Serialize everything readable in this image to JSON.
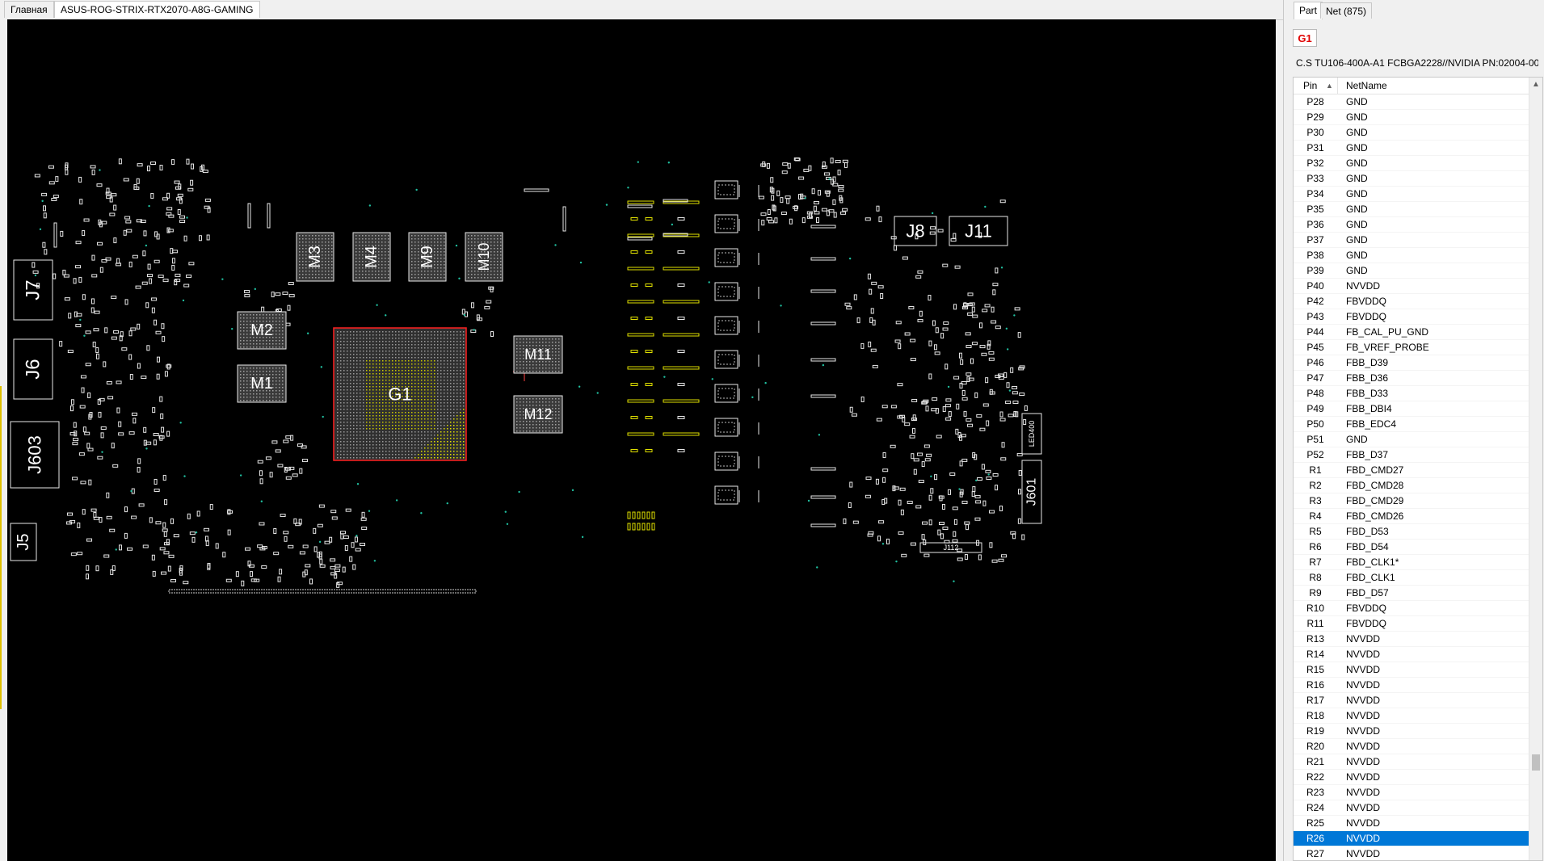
{
  "tabs": [
    {
      "label": "Главная"
    },
    {
      "label": "ASUS-ROG-STRIX-RTX2070-A8G-GAMING"
    }
  ],
  "board": {
    "components": [
      {
        "name": "G1"
      },
      {
        "name": "M1"
      },
      {
        "name": "M2"
      },
      {
        "name": "M3"
      },
      {
        "name": "M4"
      },
      {
        "name": "M9"
      },
      {
        "name": "M10"
      },
      {
        "name": "M11"
      },
      {
        "name": "M12"
      },
      {
        "name": "J7"
      },
      {
        "name": "J6"
      },
      {
        "name": "J603"
      },
      {
        "name": "J5"
      },
      {
        "name": "J8"
      },
      {
        "name": "J11"
      },
      {
        "name": "LED400"
      },
      {
        "name": "J601"
      },
      {
        "name": "J112"
      }
    ]
  },
  "panel": {
    "tabs": [
      {
        "label": "Part"
      },
      {
        "label": "Net (875)"
      }
    ],
    "selected_part": "G1",
    "description": "C.S TU106-400A-A1 FCBGA2228//NVIDIA PN:02004-00",
    "columns": {
      "pin": "Pin",
      "net": "NetName"
    },
    "rows": [
      {
        "pin": "P28",
        "net": "GND"
      },
      {
        "pin": "P29",
        "net": "GND"
      },
      {
        "pin": "P30",
        "net": "GND"
      },
      {
        "pin": "P31",
        "net": "GND"
      },
      {
        "pin": "P32",
        "net": "GND"
      },
      {
        "pin": "P33",
        "net": "GND"
      },
      {
        "pin": "P34",
        "net": "GND"
      },
      {
        "pin": "P35",
        "net": "GND"
      },
      {
        "pin": "P36",
        "net": "GND"
      },
      {
        "pin": "P37",
        "net": "GND"
      },
      {
        "pin": "P38",
        "net": "GND"
      },
      {
        "pin": "P39",
        "net": "GND"
      },
      {
        "pin": "P40",
        "net": "NVVDD"
      },
      {
        "pin": "P42",
        "net": "FBVDDQ"
      },
      {
        "pin": "P43",
        "net": "FBVDDQ"
      },
      {
        "pin": "P44",
        "net": "FB_CAL_PU_GND"
      },
      {
        "pin": "P45",
        "net": "FB_VREF_PROBE"
      },
      {
        "pin": "P46",
        "net": "FBB_D39"
      },
      {
        "pin": "P47",
        "net": "FBB_D36"
      },
      {
        "pin": "P48",
        "net": "FBB_D33"
      },
      {
        "pin": "P49",
        "net": "FBB_DBI4"
      },
      {
        "pin": "P50",
        "net": "FBB_EDC4"
      },
      {
        "pin": "P51",
        "net": "GND"
      },
      {
        "pin": "P52",
        "net": "FBB_D37"
      },
      {
        "pin": "R1",
        "net": "FBD_CMD27"
      },
      {
        "pin": "R2",
        "net": "FBD_CMD28"
      },
      {
        "pin": "R3",
        "net": "FBD_CMD29"
      },
      {
        "pin": "R4",
        "net": "FBD_CMD26"
      },
      {
        "pin": "R5",
        "net": "FBD_D53"
      },
      {
        "pin": "R6",
        "net": "FBD_D54"
      },
      {
        "pin": "R7",
        "net": "FBD_CLK1*"
      },
      {
        "pin": "R8",
        "net": "FBD_CLK1"
      },
      {
        "pin": "R9",
        "net": "FBD_D57"
      },
      {
        "pin": "R10",
        "net": "FBVDDQ"
      },
      {
        "pin": "R11",
        "net": "FBVDDQ"
      },
      {
        "pin": "R13",
        "net": "NVVDD"
      },
      {
        "pin": "R14",
        "net": "NVVDD"
      },
      {
        "pin": "R15",
        "net": "NVVDD"
      },
      {
        "pin": "R16",
        "net": "NVVDD"
      },
      {
        "pin": "R17",
        "net": "NVVDD"
      },
      {
        "pin": "R18",
        "net": "NVVDD"
      },
      {
        "pin": "R19",
        "net": "NVVDD"
      },
      {
        "pin": "R20",
        "net": "NVVDD"
      },
      {
        "pin": "R21",
        "net": "NVVDD"
      },
      {
        "pin": "R22",
        "net": "NVVDD"
      },
      {
        "pin": "R23",
        "net": "NVVDD"
      },
      {
        "pin": "R24",
        "net": "NVVDD"
      },
      {
        "pin": "R25",
        "net": "NVVDD"
      },
      {
        "pin": "R26",
        "net": "NVVDD",
        "selected": true
      },
      {
        "pin": "R27",
        "net": "NVVDD"
      }
    ]
  },
  "colors": {
    "selection": "#0078d7",
    "part_label": "#e00000",
    "highlight_outline": "#ff2020",
    "pad_yellow": "#e0e000",
    "board_bg": "#000000"
  }
}
